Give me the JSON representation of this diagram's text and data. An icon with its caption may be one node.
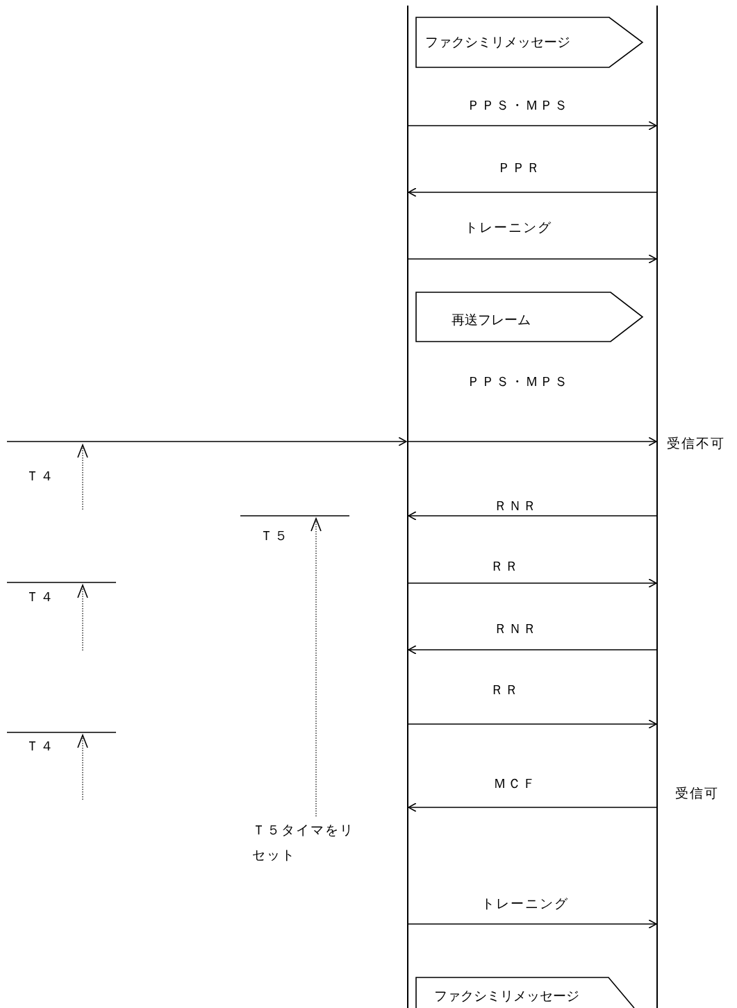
{
  "diagram": {
    "nodes": [
      {
        "text": [],
        "shape": "bar"
      },
      {
        "text": [],
        "shape": "bar"
      },
      {
        "text": [
          "ファクシミリメッセージ"
        ]
      },
      {
        "text": [
          "再送フレーム"
        ]
      },
      {
        "text": [
          "ファクシミリメッセージ"
        ]
      }
    ],
    "edges": [
      {
        "from": 0,
        "to": 1,
        "arrow": "to",
        "label": "ＰＰＳ・ＭＰＳ"
      },
      {
        "from": 1,
        "to": 0,
        "arrow": "to",
        "label": "ＰＰＲ"
      },
      {
        "from": 0,
        "to": 1,
        "arrow": "to",
        "label": "トレーニング"
      },
      {
        "from": 0,
        "to": 1,
        "arrow": "to",
        "label": "ＰＰＳ・ＭＰＳ"
      },
      {
        "from": null,
        "to": 0,
        "arrow": "to"
      },
      {
        "from": 1,
        "to": 0,
        "arrow": "to",
        "label": "ＲＮＲ"
      },
      {
        "from": 0,
        "to": 1,
        "arrow": "to",
        "label": "ＲＲ"
      },
      {
        "from": 1,
        "to": 0,
        "arrow": "to",
        "label": "ＲＮＲ"
      },
      {
        "from": 0,
        "to": 1,
        "arrow": "to",
        "label": "ＲＲ"
      },
      {
        "from": 1,
        "to": 0,
        "arrow": "to",
        "label": "ＭＣＦ"
      },
      {
        "from": 0,
        "to": 1,
        "arrow": "to",
        "label": "トレーニング"
      }
    ],
    "labels": [
      "受信不可",
      "Ｔ４",
      "Ｔ５",
      "Ｔ４",
      "Ｔ４",
      "受信可",
      "Ｔ５タイマをリセット"
    ]
  }
}
